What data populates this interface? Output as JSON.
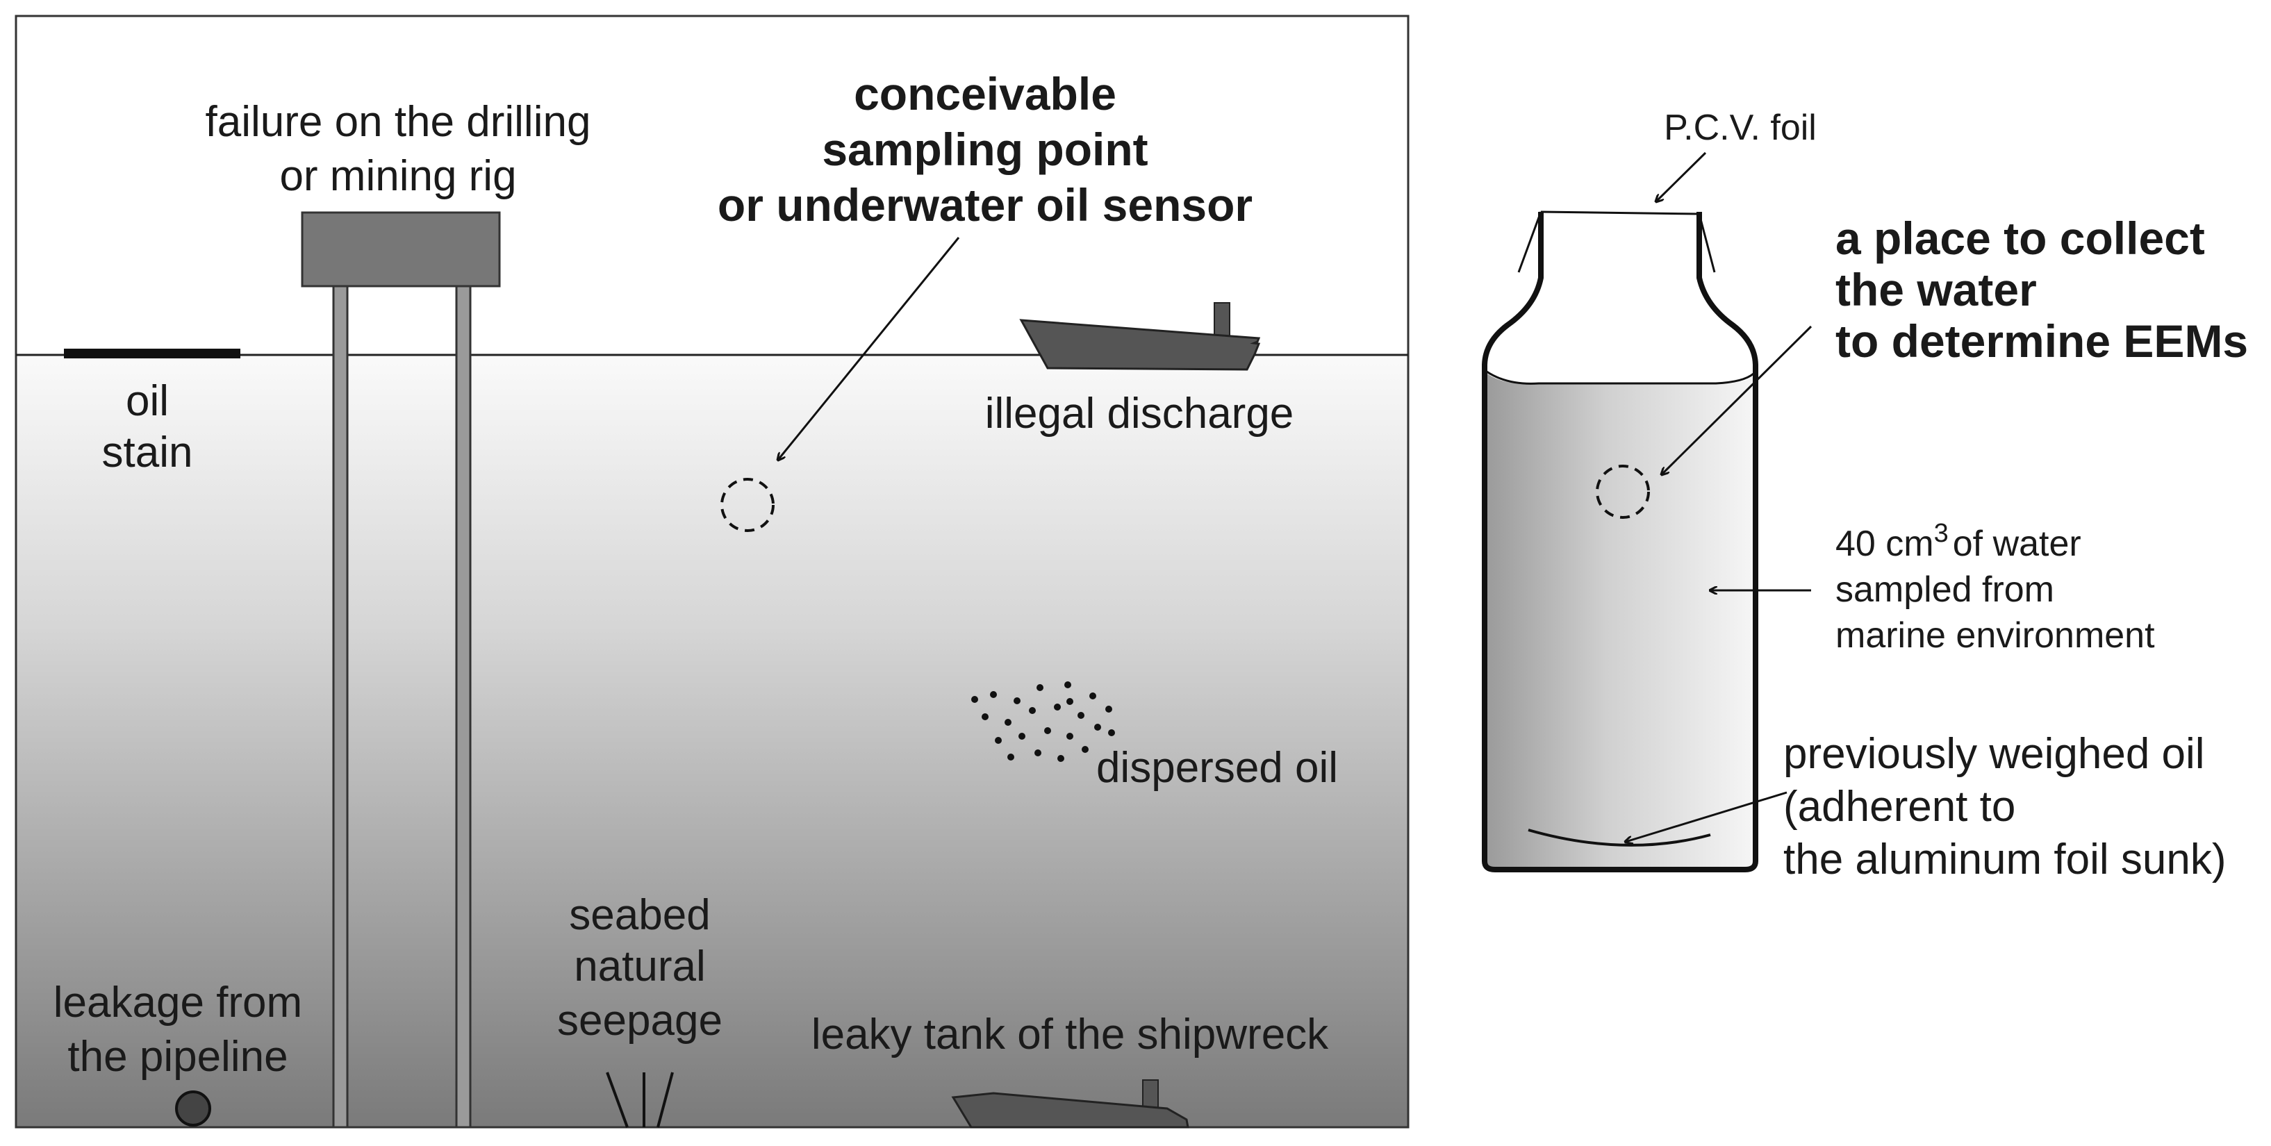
{
  "sea_scene": {
    "oil_stain": [
      "oil",
      "stain"
    ],
    "rig": [
      "failure on the drilling",
      "or mining rig"
    ],
    "sampling_point": [
      "conceivable",
      "sampling point",
      "or underwater oil sensor"
    ],
    "illegal_discharge": "illegal discharge",
    "dispersed_oil": "dispersed oil",
    "seepage": [
      "seabed",
      "natural",
      "seepage"
    ],
    "pipeline": [
      "leakage from",
      "the pipeline"
    ],
    "shipwreck": "leaky tank of the shipwreck"
  },
  "bottle": {
    "foil": "P.C.V. foil",
    "collect": [
      "a place to collect",
      "the water",
      "to determine EEMs"
    ],
    "water_volume": "40 cm",
    "water_volume_sup": "3",
    "water_volume_rest": "of water",
    "water_lines": [
      "sampled from",
      "marine environment"
    ],
    "oil": [
      "previously weighed oil",
      "(adherent to",
      "the aluminum foil sunk)"
    ]
  },
  "colors": {
    "sky": "#ffffff",
    "water_top": "#f7f7f7",
    "water_bottom": "#7d7d7d",
    "ship": "#555555",
    "rig": "#8a8a8a"
  }
}
